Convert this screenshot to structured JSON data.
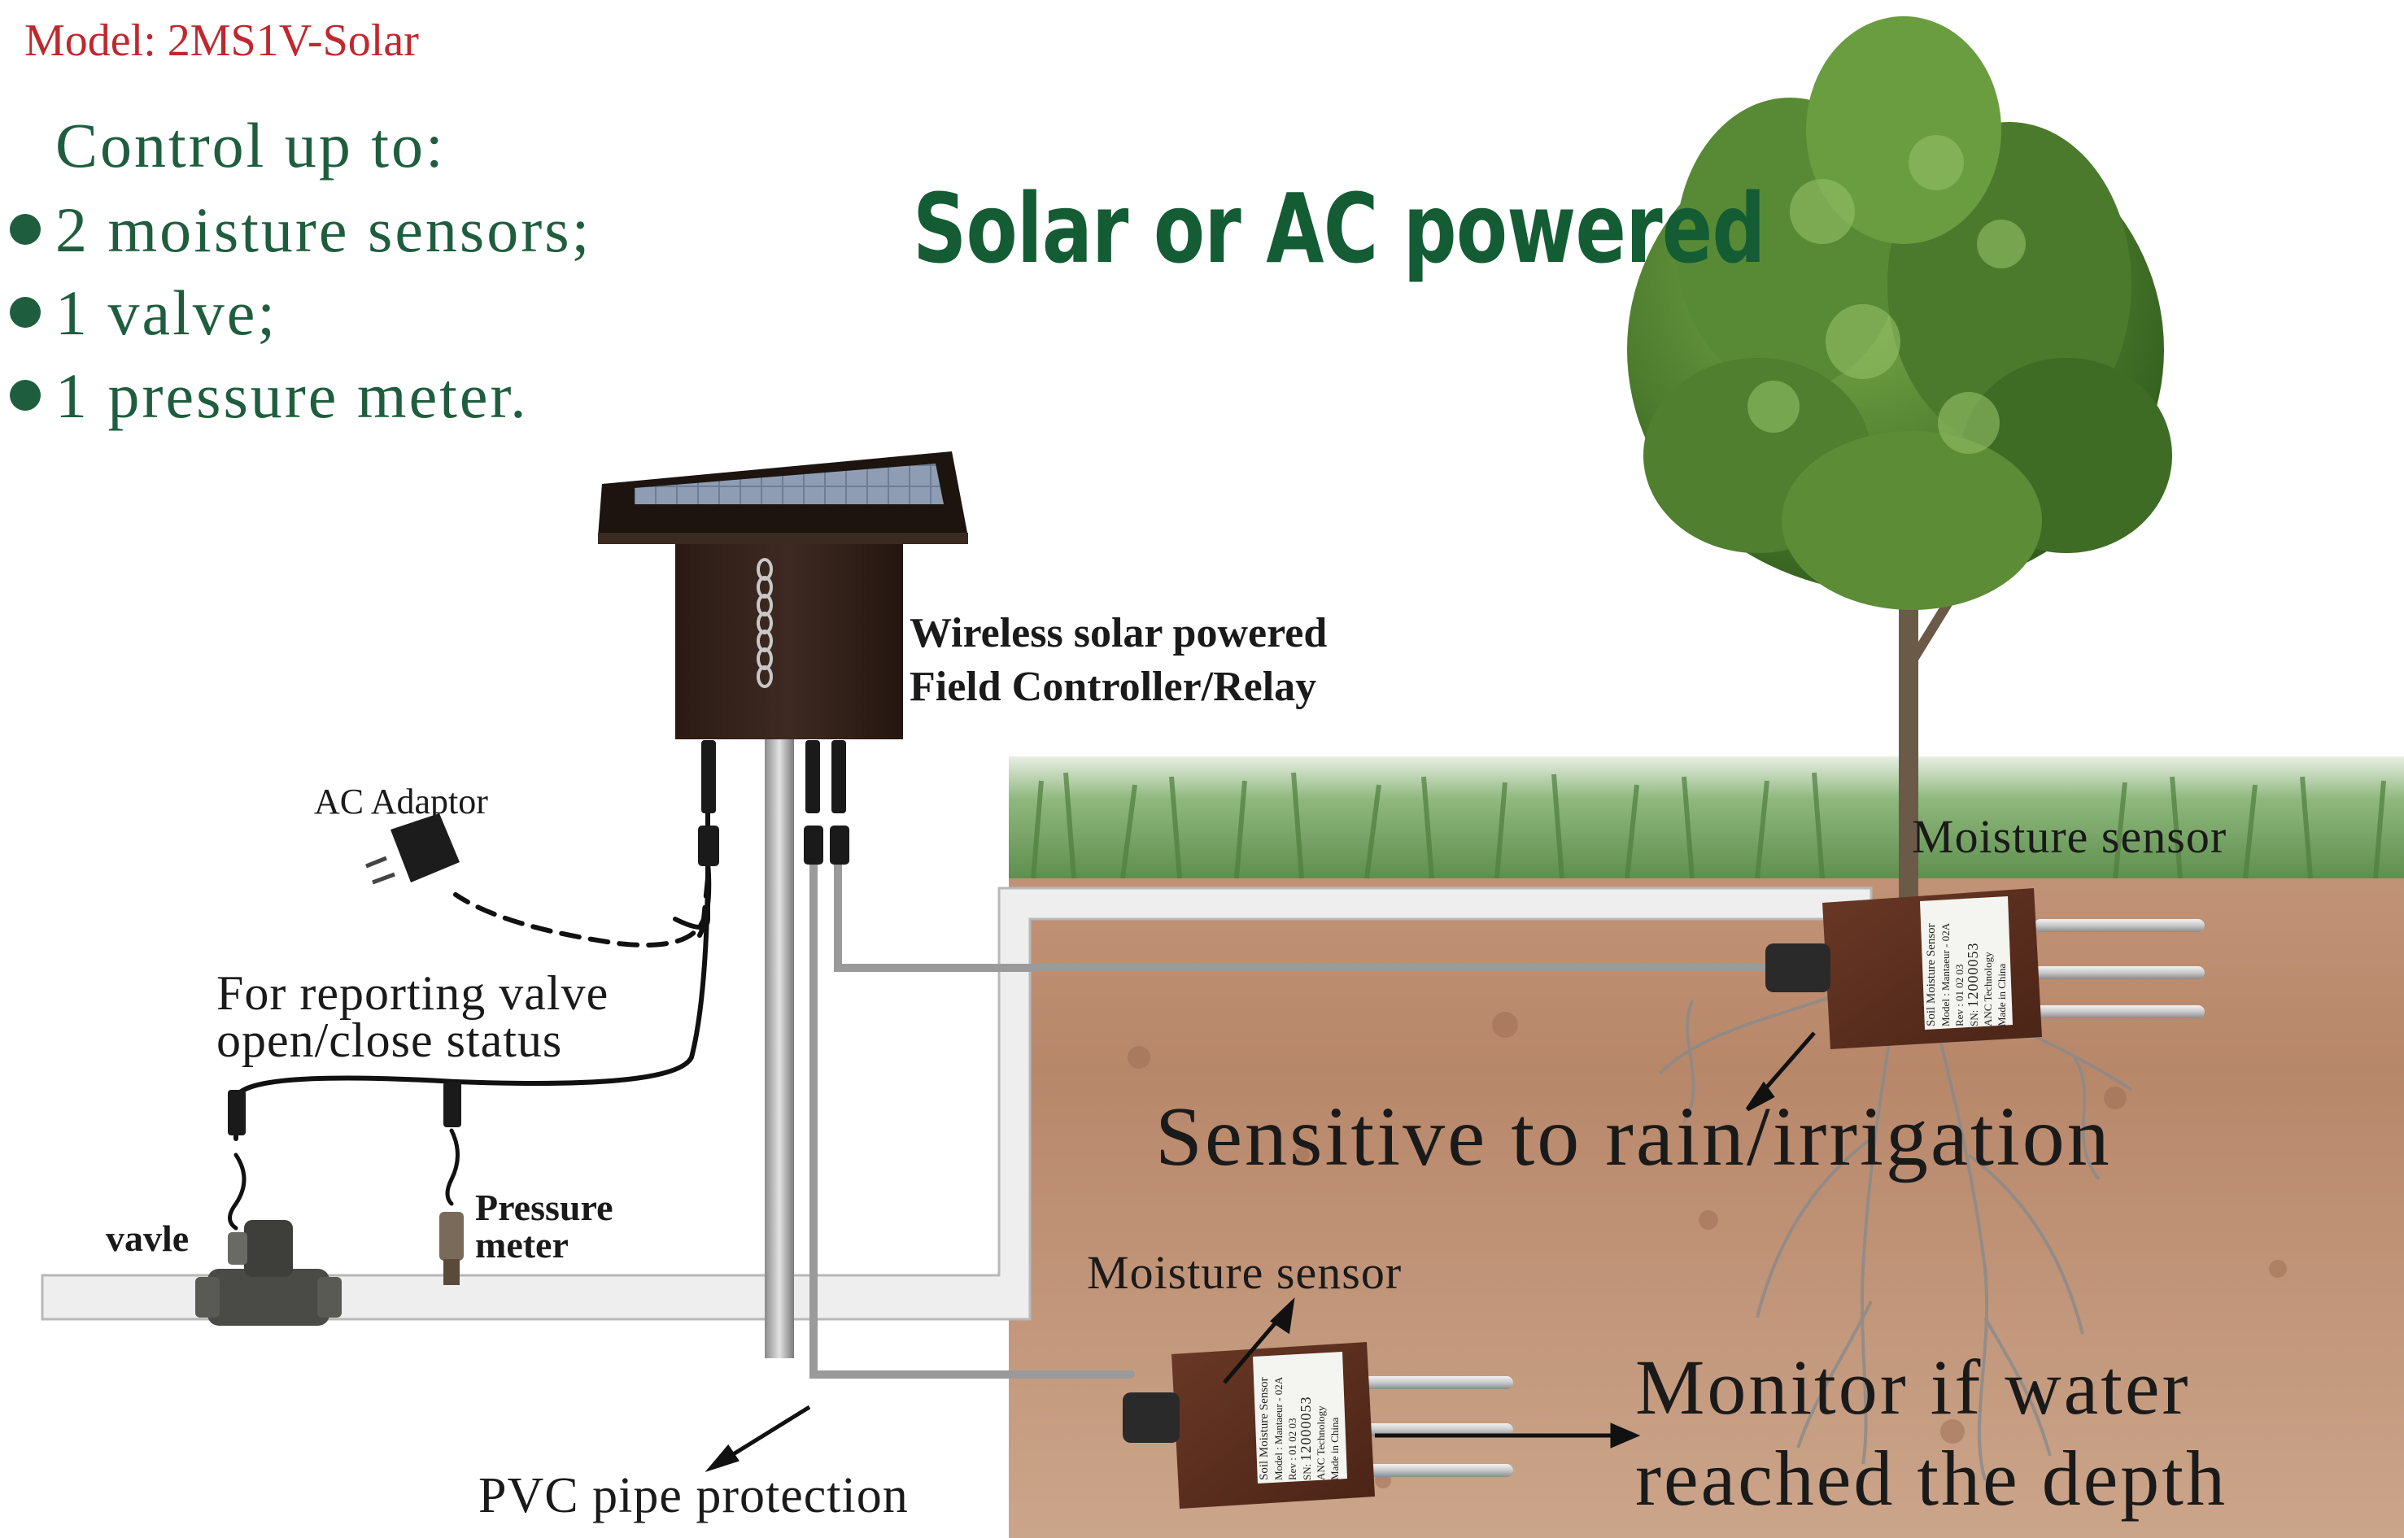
{
  "header": {
    "model": "Model: 2MS1V-Solar",
    "control_heading": "Control up to:",
    "bullets": [
      "2 moisture sensors;",
      "1 valve;",
      "1 pressure meter."
    ],
    "power_title": "Solar or AC powered"
  },
  "labels": {
    "controller_line1": "Wireless solar powered",
    "controller_line2": "Field Controller/Relay",
    "ac_adaptor": "AC Adaptor",
    "reporting_line1": "For reporting valve",
    "reporting_line2": "open/close status",
    "valve": "vavle",
    "pressure_line1": "Pressure",
    "pressure_line2": "meter",
    "pvc": "PVC pipe protection",
    "sensor_upper": "Moisture sensor",
    "sensor_lower": "Moisture sensor",
    "sensitive": "Sensitive to rain/irrigation",
    "monitor_line1": "Monitor if water",
    "monitor_line2": "reached the depth"
  },
  "sensor_plate": {
    "title": "Soil Moisture Sensor",
    "model": "Model : Mantaeur - 02A",
    "rev": "Rev :   01   02   03",
    "sn_prefix": "SN:",
    "sn": "12000053",
    "maker": "ANC Technology",
    "origin": "Made in China"
  },
  "colors": {
    "model_red": "#c0282e",
    "heading_green": "#1e5e3e",
    "title_green": "#145c34",
    "text_dark": "#1a1a1a",
    "sensor_brown": "#5a2e1e",
    "soil": "#b58466"
  }
}
